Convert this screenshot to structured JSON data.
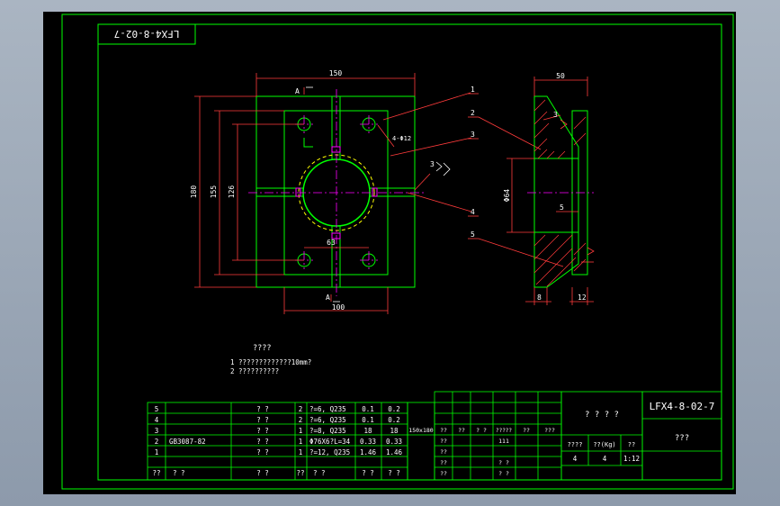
{
  "drawing_code": "LFX4-8-02-7",
  "drawing_code_mirrored": "LFX4-8-02-7",
  "title_block": {
    "part_name": "? ? ? ?",
    "material": "???",
    "scale_label": "????",
    "weight_label": "??(Kg)",
    "ratio_label": "??",
    "sheet_count": "4",
    "weight_value": "4",
    "scale_value": "1:12",
    "rev_labels": [
      "??",
      "??",
      "? ?",
      "?????",
      "??",
      "???"
    ],
    "sign_labels": [
      "??",
      "??",
      "??",
      "??"
    ],
    "dates": [
      "111",
      "? ?",
      "? ?"
    ]
  },
  "bom": {
    "rows": [
      {
        "no": "5",
        "code": "",
        "name": "? ?",
        "qty": "2",
        "material": "?=6, Q235",
        "unit": "0.1",
        "total": "0.2"
      },
      {
        "no": "4",
        "code": "",
        "name": "? ?",
        "qty": "2",
        "material": "?=6, Q235",
        "unit": "0.1",
        "total": "0.2"
      },
      {
        "no": "3",
        "code": "",
        "name": "? ?",
        "qty": "1",
        "material": "?=8, Q235",
        "unit": "18",
        "total": "18"
      },
      {
        "no": "2",
        "code": "GB3087-82",
        "name": "? ?",
        "qty": "1",
        "material": "Φ76X6?L=34",
        "unit": "0.33",
        "total": "0.33"
      },
      {
        "no": "1",
        "code": "",
        "name": "? ?",
        "qty": "1",
        "material": "?=12, Q235",
        "unit": "1.46",
        "total": "1.46"
      }
    ],
    "extra_cell": "150x180",
    "header": {
      "no": "??",
      "code": "? ?",
      "name": "? ?",
      "qty": "??",
      "material": "? ?",
      "unit": "? ?",
      "total": "? ?"
    }
  },
  "notes": {
    "title": "????",
    "items": [
      "1  ?????????????10mm?",
      "2  ??????????"
    ]
  },
  "front_view": {
    "dim_width": "150",
    "dim_height": "180",
    "dim_155": "155",
    "dim_126": "126",
    "dim_63": "63",
    "dim_100": "100",
    "section_label_top": "A",
    "section_label_bottom": "A",
    "hole_callout": "4-Φ12",
    "weld_mark": "3",
    "callouts": [
      "1",
      "2",
      "3",
      "4",
      "5"
    ]
  },
  "side_view": {
    "dim_50": "50",
    "dim_64": "Φ64",
    "dim_5": "5",
    "dim_8": "8",
    "dim_12": "12",
    "weld_mark": "3"
  },
  "colors": {
    "frame": "#00ff00",
    "dim": "#ff3b3b",
    "text": "#ffffff",
    "center": "#ff00ff",
    "hidden": "#ffff00",
    "hatch": "#ff3b3b"
  }
}
